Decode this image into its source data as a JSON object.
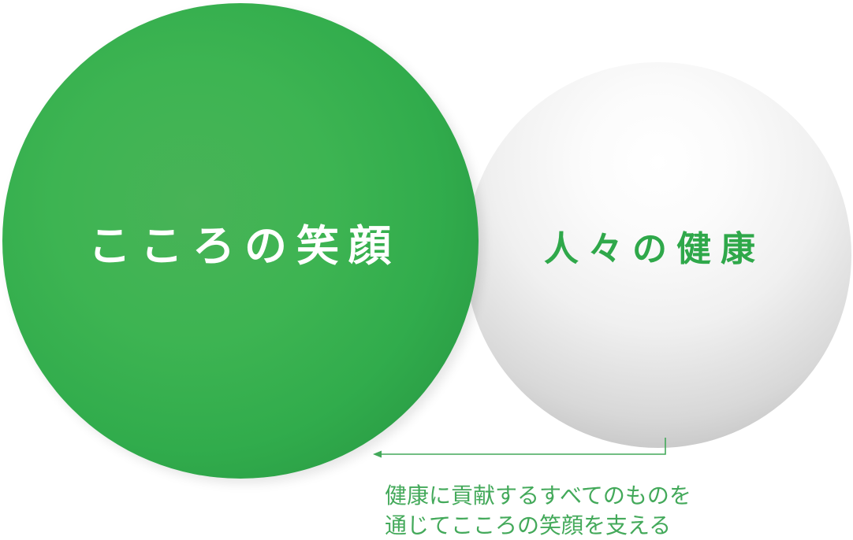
{
  "diagram": {
    "left_sphere_label": "こころの笑顔",
    "right_sphere_label": "人々の健康",
    "caption": {
      "line1": "健康に貢献するすべてのものを",
      "line2": "通じてこころの笑顔を支える"
    },
    "colors": {
      "green": "#3db452",
      "text_green": "#2fa84a",
      "white_sphere": "#f2f2f2"
    },
    "connector": {
      "from": "right_sphere",
      "to": "left_sphere",
      "direction": "left"
    }
  }
}
